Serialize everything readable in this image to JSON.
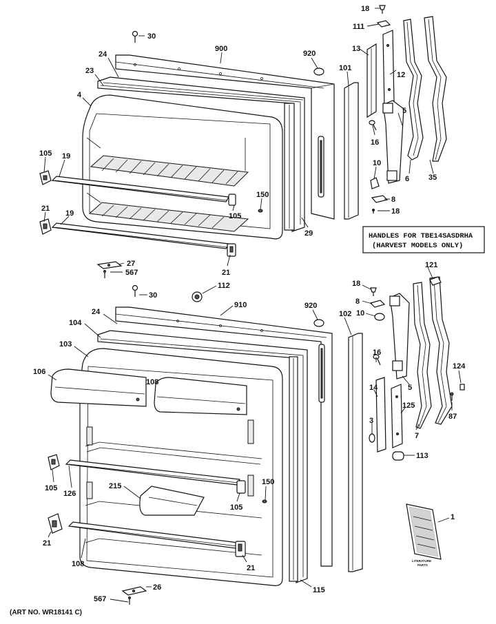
{
  "labels": {
    "top": {
      "l18": "18",
      "l111": "111",
      "l30": "30",
      "l900": "900",
      "l13": "13",
      "l920": "920",
      "l24": "24",
      "l101": "101",
      "l12": "12",
      "l23": "23",
      "l4": "4",
      "l5": "5",
      "l16": "16",
      "l105a": "105",
      "l19a": "19",
      "l10": "10",
      "l6": "6",
      "l35": "35",
      "l8": "8",
      "l18b": "18",
      "l150": "150",
      "l21a": "21",
      "l19b": "19",
      "l105b": "105",
      "l29": "29",
      "l21b": "21",
      "l27": "27",
      "l567": "567",
      "l30b": "30",
      "l112": "112"
    },
    "bottom": {
      "l910": "910",
      "l18": "18",
      "l121": "121",
      "l24": "24",
      "l920": "920",
      "l8": "8",
      "l10": "10",
      "l102": "102",
      "l104": "104",
      "l103": "103",
      "l16": "16",
      "l106": "106",
      "l108a": "108",
      "l124": "124",
      "l14": "14",
      "l125": "125",
      "l5": "5",
      "l87": "87",
      "l3": "3",
      "l7": "7",
      "l113": "113",
      "l105a": "105",
      "l150": "150",
      "l126": "126",
      "l215": "215",
      "l105b": "105",
      "l1": "1",
      "l21a": "21",
      "l108b": "108",
      "l21b": "21",
      "l115": "115",
      "l26": "26",
      "l567": "567"
    }
  },
  "note": {
    "line1": "HANDLES FOR TBE14SASDRHA",
    "line2": "(HARVEST MODELS ONLY)"
  },
  "literature": {
    "line1": "LITERATURE",
    "line2": "PARTS"
  },
  "art_number": "(ART NO. WR18141 C)"
}
